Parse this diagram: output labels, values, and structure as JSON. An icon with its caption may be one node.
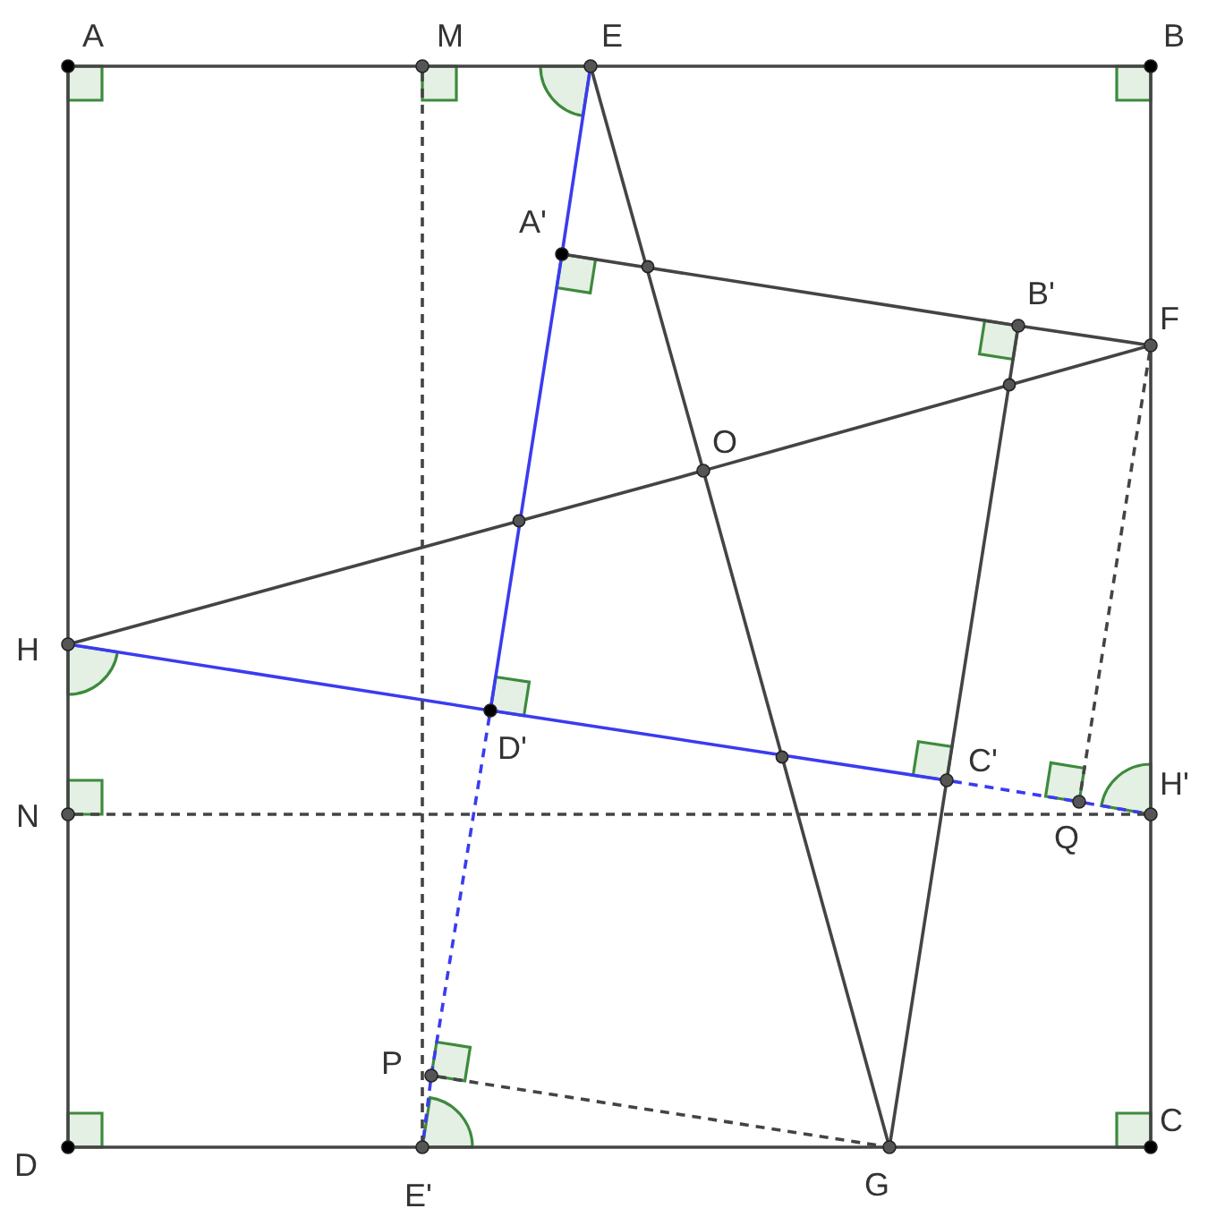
{
  "diagram": {
    "nodes": [
      {
        "text": [
          "A"
        ]
      },
      {
        "text": [
          "M"
        ]
      },
      {
        "text": [
          "E"
        ]
      },
      {
        "text": [
          "B"
        ]
      },
      {
        "text": [
          "A'"
        ]
      },
      {
        "text": [
          "B'"
        ]
      },
      {
        "text": [
          "F"
        ]
      },
      {
        "text": [
          "O"
        ]
      },
      {
        "text": [
          "H"
        ]
      },
      {
        "text": [
          "D'"
        ]
      },
      {
        "text": [
          "C'"
        ]
      },
      {
        "text": [
          "N"
        ]
      },
      {
        "text": [
          "Q"
        ]
      },
      {
        "text": [
          "H'"
        ]
      },
      {
        "text": [
          "P"
        ]
      },
      {
        "text": [
          "D"
        ]
      },
      {
        "text": [
          "E'"
        ]
      },
      {
        "text": [
          "G"
        ]
      },
      {
        "text": [
          "C"
        ]
      }
    ],
    "edges": [
      {
        "from": 0,
        "to": 1,
        "arrow": "none"
      },
      {
        "from": 1,
        "to": 2,
        "arrow": "none"
      },
      {
        "from": 2,
        "to": 3,
        "arrow": "none"
      },
      {
        "from": 3,
        "to": 6,
        "arrow": "none"
      },
      {
        "from": 6,
        "to": 13,
        "arrow": "none"
      },
      {
        "from": 13,
        "to": 18,
        "arrow": "none"
      },
      {
        "from": 18,
        "to": 17,
        "arrow": "none"
      },
      {
        "from": 17,
        "to": 16,
        "arrow": "none"
      },
      {
        "from": 16,
        "to": 15,
        "arrow": "none"
      },
      {
        "from": 15,
        "to": 11,
        "arrow": "none"
      },
      {
        "from": 11,
        "to": 8,
        "arrow": "none"
      },
      {
        "from": 8,
        "to": 0,
        "arrow": "none"
      },
      {
        "from": 2,
        "to": 7,
        "arrow": "none"
      },
      {
        "from": 7,
        "to": 17,
        "arrow": "none"
      },
      {
        "from": 8,
        "to": 7,
        "arrow": "none"
      },
      {
        "from": 7,
        "to": 6,
        "arrow": "none"
      },
      {
        "from": 4,
        "to": 5,
        "arrow": "none"
      },
      {
        "from": 5,
        "to": 6,
        "arrow": "none"
      },
      {
        "from": 5,
        "to": 10,
        "arrow": "none"
      },
      {
        "from": 10,
        "to": 17,
        "arrow": "none"
      },
      {
        "from": 2,
        "to": 4,
        "arrow": "none",
        "color": "#3b3bf0"
      },
      {
        "from": 4,
        "to": 9,
        "arrow": "none",
        "color": "#3b3bf0"
      },
      {
        "from": 9,
        "to": 14,
        "arrow": "none",
        "style": "dashed",
        "color": "#3b3bf0"
      },
      {
        "from": 14,
        "to": 16,
        "arrow": "none",
        "style": "dashed",
        "color": "#3b3bf0"
      },
      {
        "from": 8,
        "to": 9,
        "arrow": "none",
        "color": "#3b3bf0"
      },
      {
        "from": 9,
        "to": 10,
        "arrow": "none",
        "color": "#3b3bf0"
      },
      {
        "from": 10,
        "to": 12,
        "arrow": "none",
        "style": "dashed",
        "color": "#3b3bf0"
      },
      {
        "from": 12,
        "to": 13,
        "arrow": "none",
        "style": "dashed",
        "color": "#3b3bf0"
      },
      {
        "from": 1,
        "to": 16,
        "arrow": "none",
        "style": "dashed"
      },
      {
        "from": 11,
        "to": 13,
        "arrow": "none",
        "style": "dashed"
      },
      {
        "from": 6,
        "to": 12,
        "arrow": "none",
        "style": "dashed"
      },
      {
        "from": 14,
        "to": 17,
        "arrow": "none",
        "style": "dashed"
      }
    ]
  }
}
